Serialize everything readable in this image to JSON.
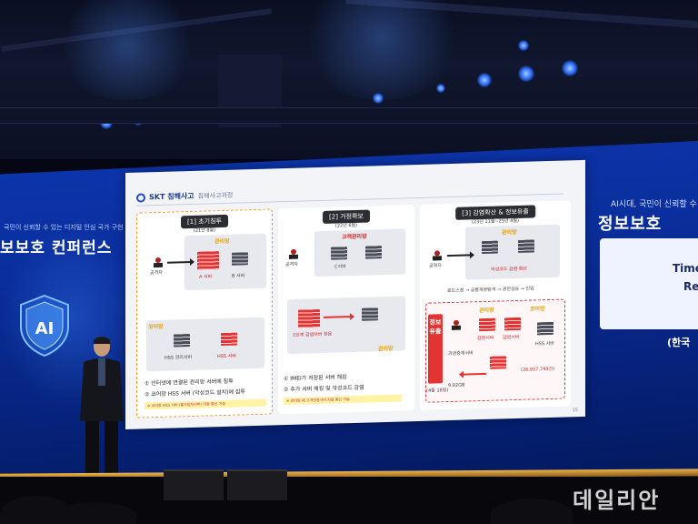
{
  "left_screen": {
    "subtitle": "국민이 신뢰할 수 있는 디지털 안심 국가 구현",
    "title": "보보호 컨퍼런스",
    "shield_text": "AI"
  },
  "right_screen": {
    "subtitle": "AI시대, 국민이 신뢰할 수",
    "title": "정보보호",
    "card_line1": "Time",
    "card_line2": "Re",
    "bottom_text": "(한국"
  },
  "slide": {
    "header_title": "SKT 침해사고",
    "header_sub": "침해사고과정",
    "page_number": "15",
    "stages": [
      {
        "title": "[1] 초기침투",
        "date": "(21년 8월)",
        "zone_label": "관리망",
        "attacker_label": "공격자",
        "server_a": "A 서버",
        "server_b": "B 서버",
        "core_label": "코어망",
        "core_servers": [
          "HSS 관리서버",
          "HSS 서버"
        ],
        "notes": [
          "① 인터넷에 연결된 관리망 서버에 침투",
          "② 코어망 HSS 서버 (악성코드 설치)에 침투"
        ],
        "footnote": "※ 코어망 HSS 서버 (홈가입자서버) 자동 통신 가능"
      },
      {
        "title": "[2] 거점확보",
        "date": "(22년 6월)",
        "zone_label": "고객관리망",
        "attacker_label": "공격자",
        "server_label": "C서버",
        "infect_label": "1단계 감염서버 찾음",
        "zone2_label": "관리망",
        "notes": [
          "① IMEI가 저장된 서버 해킹",
          "② 추가 서버 해킹 및 악성코드 감염"
        ],
        "footnote": "※ 관리망 내 고객인증서버 자동 통신 가능"
      },
      {
        "title": "[3] 감염확산 & 정보유출",
        "date": "(23년 11월~25년 4월)",
        "zone_label": "관리망",
        "attacker_label": "공격자",
        "spread_label": "악성코드 감염 확산",
        "link_text": "로드스캔 → 공통계정탐색 → 권한상승 → 인입",
        "leak_title": "정보유출",
        "leak_date": "(4월 18일)",
        "leak_zone": "관리망",
        "leak_core": "코어망",
        "leak_size": "9.82GB",
        "leak_count": "(26,957,749건)",
        "leak_servers": [
          "감염서버",
          "감염서버",
          "HSS 서버",
          "과금중계서버"
        ]
      }
    ]
  },
  "watermark": "데일리안"
}
